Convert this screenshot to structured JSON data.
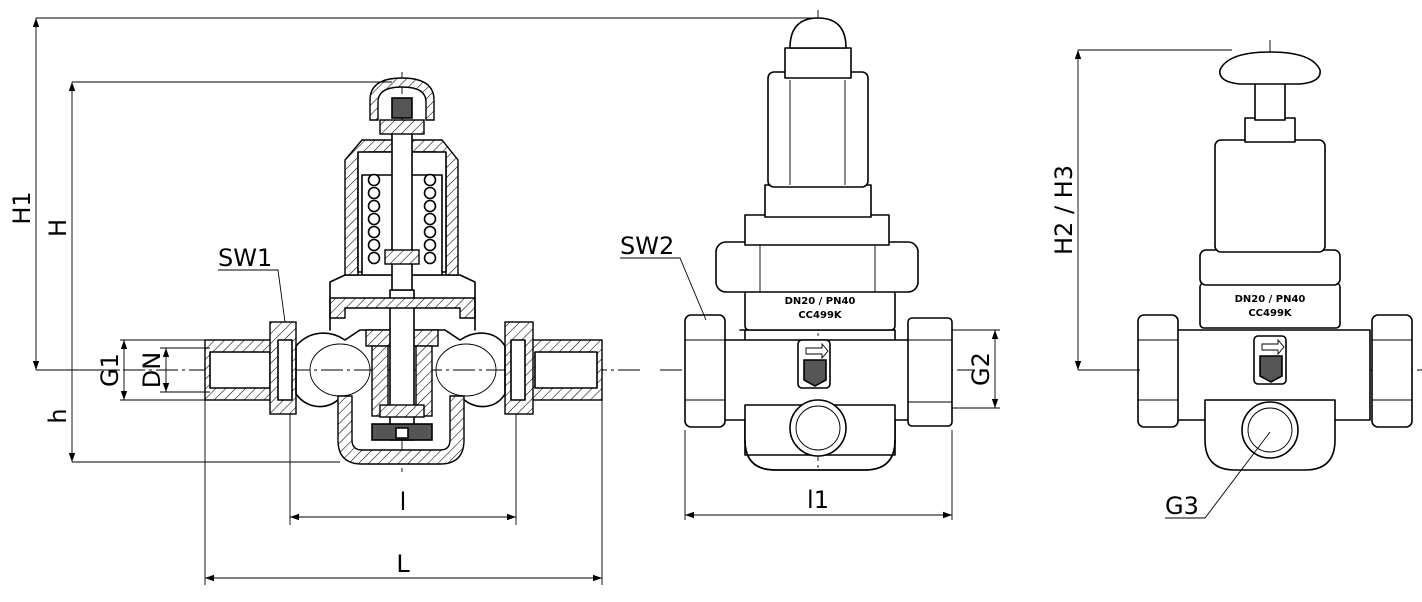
{
  "dimensions": {
    "H1": "H1",
    "H": "H",
    "h": "h",
    "G1": "G1",
    "DN": "DN",
    "SW1": "SW1",
    "l": "l",
    "L": "L",
    "SW2": "SW2",
    "G2": "G2",
    "l1": "l1",
    "H2_H3": "H2 / H3",
    "G3": "G3"
  },
  "valve_markings": {
    "front": {
      "rating": "DN20 / PN40",
      "code": "CC499K"
    },
    "side": {
      "rating": "DN20 / PN40",
      "code": "CC499K"
    }
  }
}
